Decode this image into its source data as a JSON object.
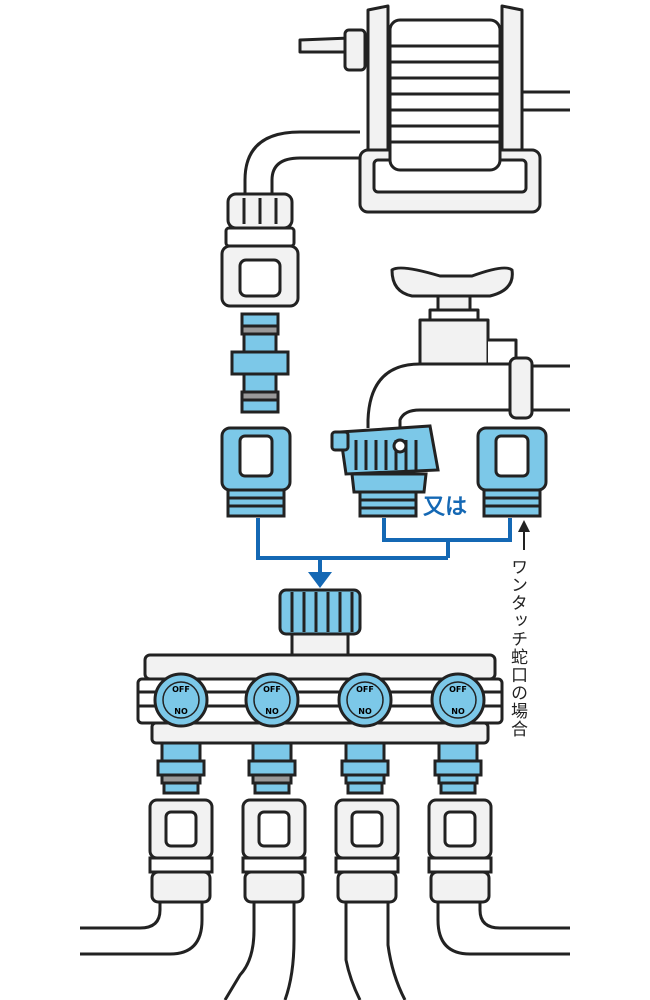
{
  "labels": {
    "or_text": "又は",
    "onetouch_note": "ワンタッチ蛇口の場合"
  },
  "valves": [
    {
      "off": "OFF",
      "on": "NO"
    },
    {
      "off": "OFF",
      "on": "NO"
    },
    {
      "off": "OFF",
      "on": "NO"
    },
    {
      "off": "OFF",
      "on": "NO"
    }
  ],
  "colors": {
    "accent_blue": "#7cc8e8",
    "arrow_blue": "#1468b4",
    "outline": "#222222",
    "body_fill": "#f2f2f2"
  }
}
